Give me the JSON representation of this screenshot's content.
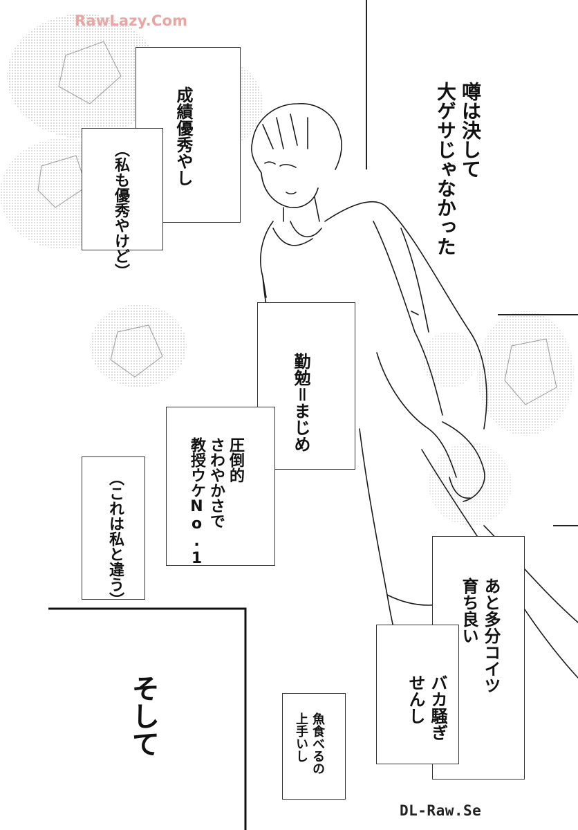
{
  "watermarks": {
    "top": "RawLazy.Com",
    "bottom": "DL-Raw.Se"
  },
  "captions": {
    "rumor": [
      "噂は決して",
      "大ゲサじゃなかった"
    ],
    "grades": "成績優秀やし",
    "me_too": "（私も優秀やけど）",
    "diligent": "勤勉＝まじめ",
    "popular": [
      "圧倒的",
      "さわやかさで",
      "教授ウケNo.1"
    ],
    "different": "（これは私と違う）",
    "upbringing": [
      "あと多分コイツ",
      "育ち良い"
    ],
    "no_fuss": [
      "バカ騒ぎ",
      "せんし"
    ],
    "fish": [
      "魚食べるの",
      "上手いし"
    ],
    "and_then": "そして"
  },
  "colors": {
    "watermark_top": "#e7a6a2",
    "ink": "#111111",
    "paper": "#ffffff",
    "screentone": "#9a9a9a"
  }
}
